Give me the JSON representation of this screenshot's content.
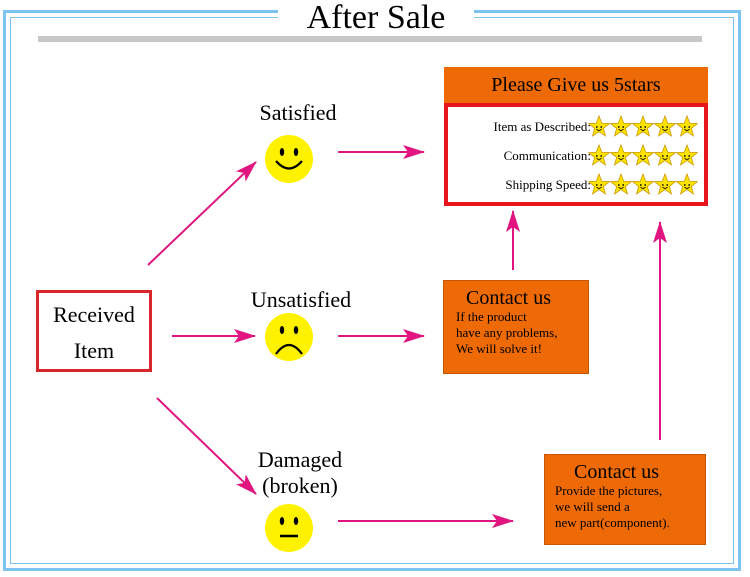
{
  "title": "After Sale",
  "start": {
    "line1": "Received",
    "line2": "Item"
  },
  "outcomes": {
    "satisfied": "Satisfied",
    "unsatisfied": "Unsatisfied",
    "damaged_line1": "Damaged",
    "damaged_line2": "(broken)"
  },
  "rating_panel": {
    "heading": "Please Give us 5stars",
    "rows": [
      {
        "label": "Item as Described:",
        "stars": 5
      },
      {
        "label": "Communication:",
        "stars": 5
      },
      {
        "label": "Shipping Speed:",
        "stars": 5
      }
    ]
  },
  "contact_problem": {
    "heading": "Contact us",
    "lines": [
      "If the product",
      "have any problems,",
      "We will solve it!"
    ]
  },
  "contact_damaged": {
    "heading": "Contact us",
    "lines": [
      "Provide the pictures,",
      "we will send a",
      "new part(component)."
    ]
  },
  "colors": {
    "frame": "#7ec3ef",
    "arrow": "#e0157f",
    "panel_orange": "#ee6a07",
    "border_red": "#e8141c",
    "face_yellow": "#fff200",
    "star_yellow": "#ffe400"
  },
  "icons": [
    "smiley-face-icon",
    "sad-face-icon",
    "neutral-face-icon",
    "star-icon"
  ]
}
